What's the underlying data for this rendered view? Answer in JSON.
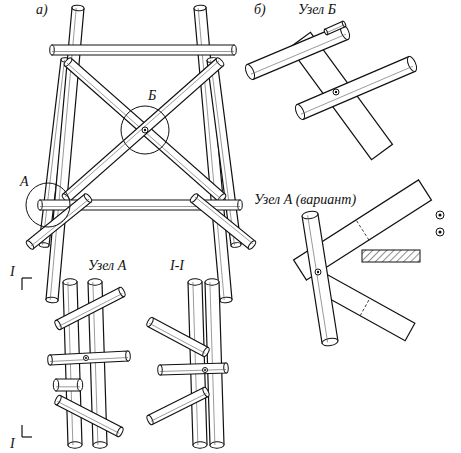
{
  "diagram": {
    "labels": [
      "а)",
      "Б",
      "А",
      "Узел А",
      "I-I",
      "I",
      "I",
      "б)",
      "Узел Б",
      "Узел А (вариант)"
    ]
  }
}
